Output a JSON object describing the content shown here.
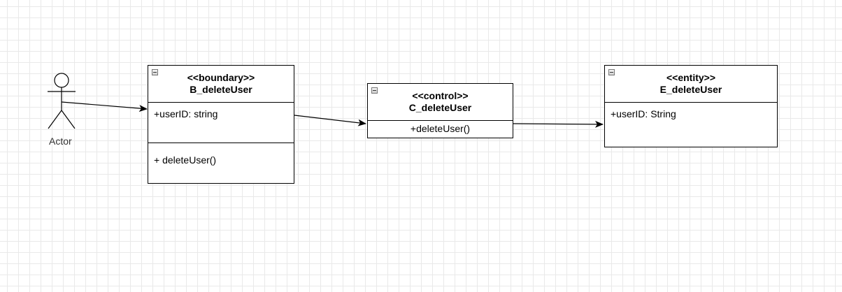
{
  "actor": {
    "label": "Actor"
  },
  "boundary": {
    "stereotype": "<<boundary>>",
    "name": "B_deleteUser",
    "attribute": "+userID: string",
    "operation": "+ deleteUser()"
  },
  "control": {
    "stereotype": "<<control>>",
    "name": "C_deleteUser",
    "operation": "+deleteUser()"
  },
  "entity": {
    "stereotype": "<<entity>>",
    "name": "E_deleteUser",
    "attribute": "+userID: String"
  }
}
